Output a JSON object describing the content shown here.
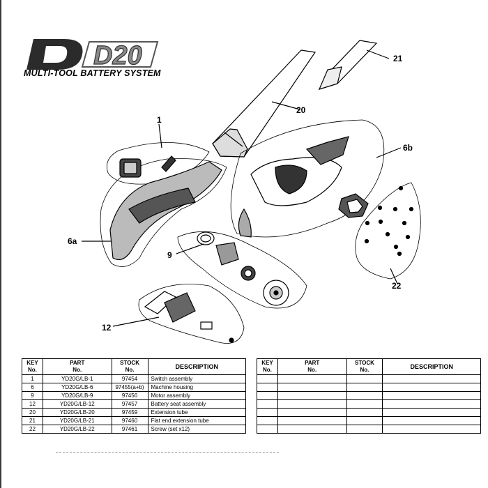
{
  "brand": {
    "logo_text": "D20",
    "subtitle": "MULTI-TOOL BATTERY SYSTEM"
  },
  "callouts": {
    "c1": "1",
    "c6a": "6a",
    "c6b": "6b",
    "c9": "9",
    "c12": "12",
    "c20": "20",
    "c21": "21",
    "c22": "22"
  },
  "table_headers": {
    "key": [
      "KEY",
      "No."
    ],
    "part": [
      "PART",
      "No."
    ],
    "stock": [
      "STOCK",
      "No."
    ],
    "description": "DESCRIPTION"
  },
  "parts": [
    {
      "key": "1",
      "part": "YD20G/LB-1",
      "stock": "97454",
      "description": "Switch assembly"
    },
    {
      "key": "6",
      "part": "YD20G/LB-6",
      "stock": "97455(a+b)",
      "description": "Machine housing"
    },
    {
      "key": "9",
      "part": "YD20G/LB-9",
      "stock": "97456",
      "description": "Motor assembly"
    },
    {
      "key": "12",
      "part": "YD20G/LB-12",
      "stock": "97457",
      "description": "Battery seat assembly"
    },
    {
      "key": "20",
      "part": "YD20G/LB-20",
      "stock": "97459",
      "description": "Extension tube"
    },
    {
      "key": "21",
      "part": "YD20G/LB-21",
      "stock": "97460",
      "description": "Flat end extension tube"
    },
    {
      "key": "22",
      "part": "YD20G/LB-22",
      "stock": "97461",
      "description": "Screw (set x12)"
    }
  ]
}
